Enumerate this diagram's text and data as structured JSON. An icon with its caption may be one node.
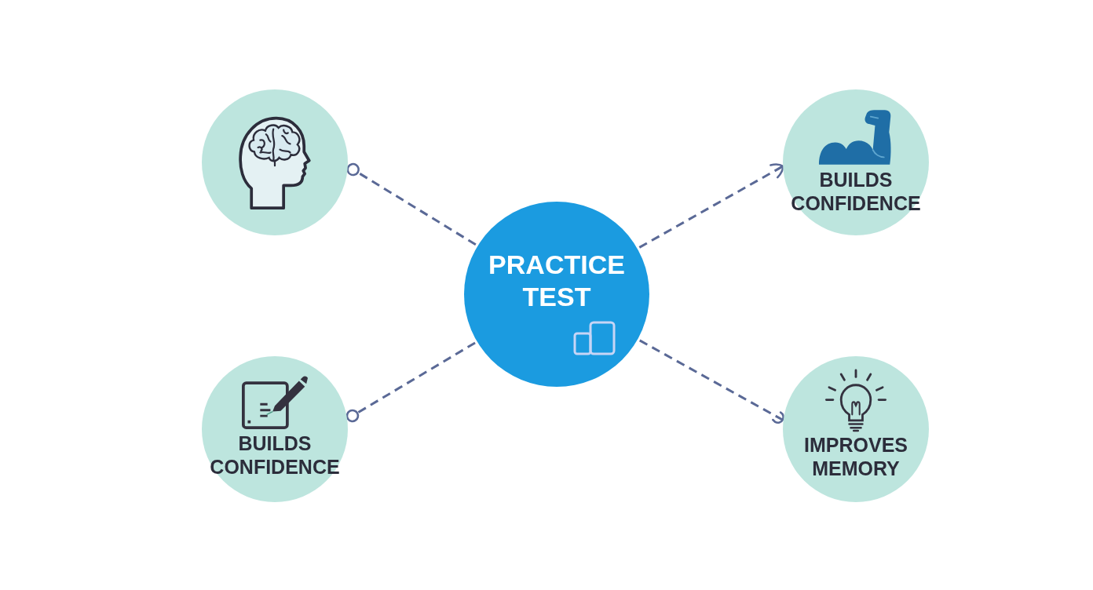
{
  "diagram": {
    "nodes": [
      {
        "text": [],
        "shape": "circle"
      },
      {
        "text": [
          "BUILDS CONFIDENCE"
        ]
      },
      {
        "text": [
          "PRACTICE TEST"
        ]
      },
      {
        "text": [
          "BUILDS CONFIDENCE"
        ]
      },
      {
        "text": [
          "IMPROVES MEMORY"
        ]
      }
    ],
    "edges": [
      {
        "from": 2,
        "to": 0,
        "arrow": "other",
        "style": "dashed"
      },
      {
        "from": 2,
        "to": 1,
        "arrow": "to",
        "style": "dashed"
      },
      {
        "from": 2,
        "to": 3,
        "arrow": "other",
        "style": "dashed"
      },
      {
        "from": 2,
        "to": 4,
        "arrow": "other",
        "style": "dashed"
      }
    ]
  }
}
